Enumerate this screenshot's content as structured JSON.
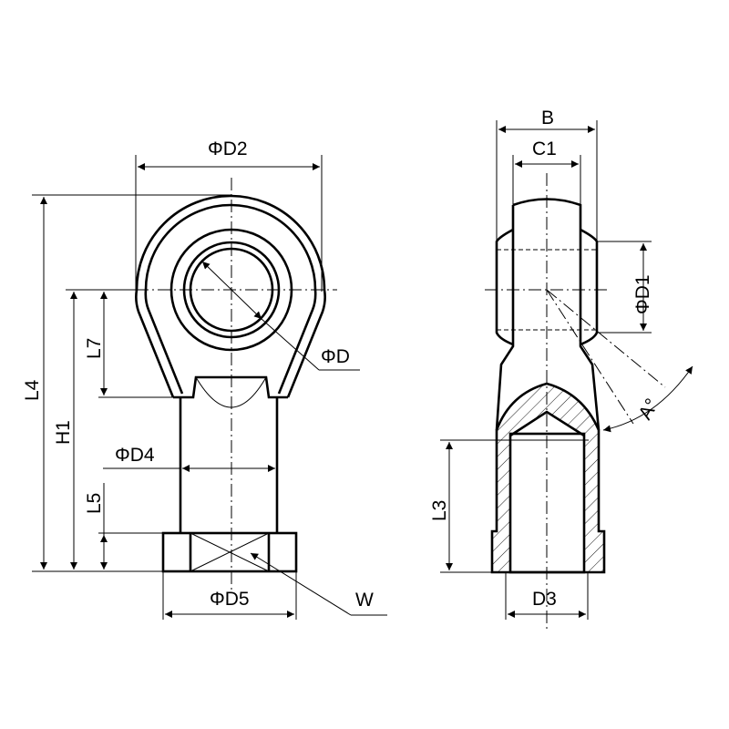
{
  "diagram": {
    "subject": "Rod end bearing with female thread",
    "colors": {
      "line": "#000000",
      "background": "#ffffff"
    },
    "front_view": {
      "labels": {
        "D2": "ΦD2",
        "D": "ΦD",
        "L4": "L4",
        "H1": "H1",
        "L7": "L7",
        "D4": "ΦD4",
        "L5": "L5",
        "D5": "ΦD5",
        "W": "W"
      }
    },
    "side_view": {
      "labels": {
        "B": "B",
        "C1": "C1",
        "D1": "ΦD1",
        "A": "A°",
        "L3": "L3",
        "D3": "D3"
      }
    }
  }
}
